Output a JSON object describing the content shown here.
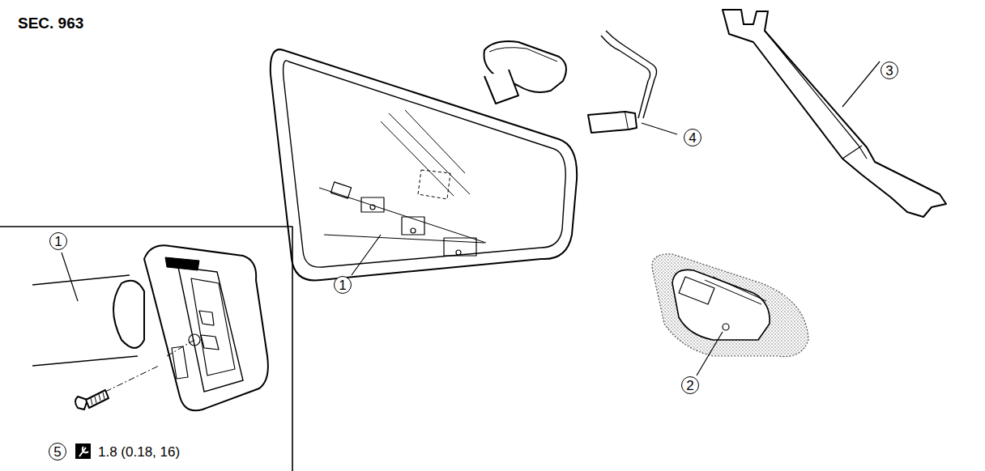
{
  "diagram": {
    "title": "SEC. 963",
    "labels": [
      "1",
      "1",
      "2",
      "3",
      "4",
      "5",
      "1.8 (0.18, 16)"
    ]
  }
}
